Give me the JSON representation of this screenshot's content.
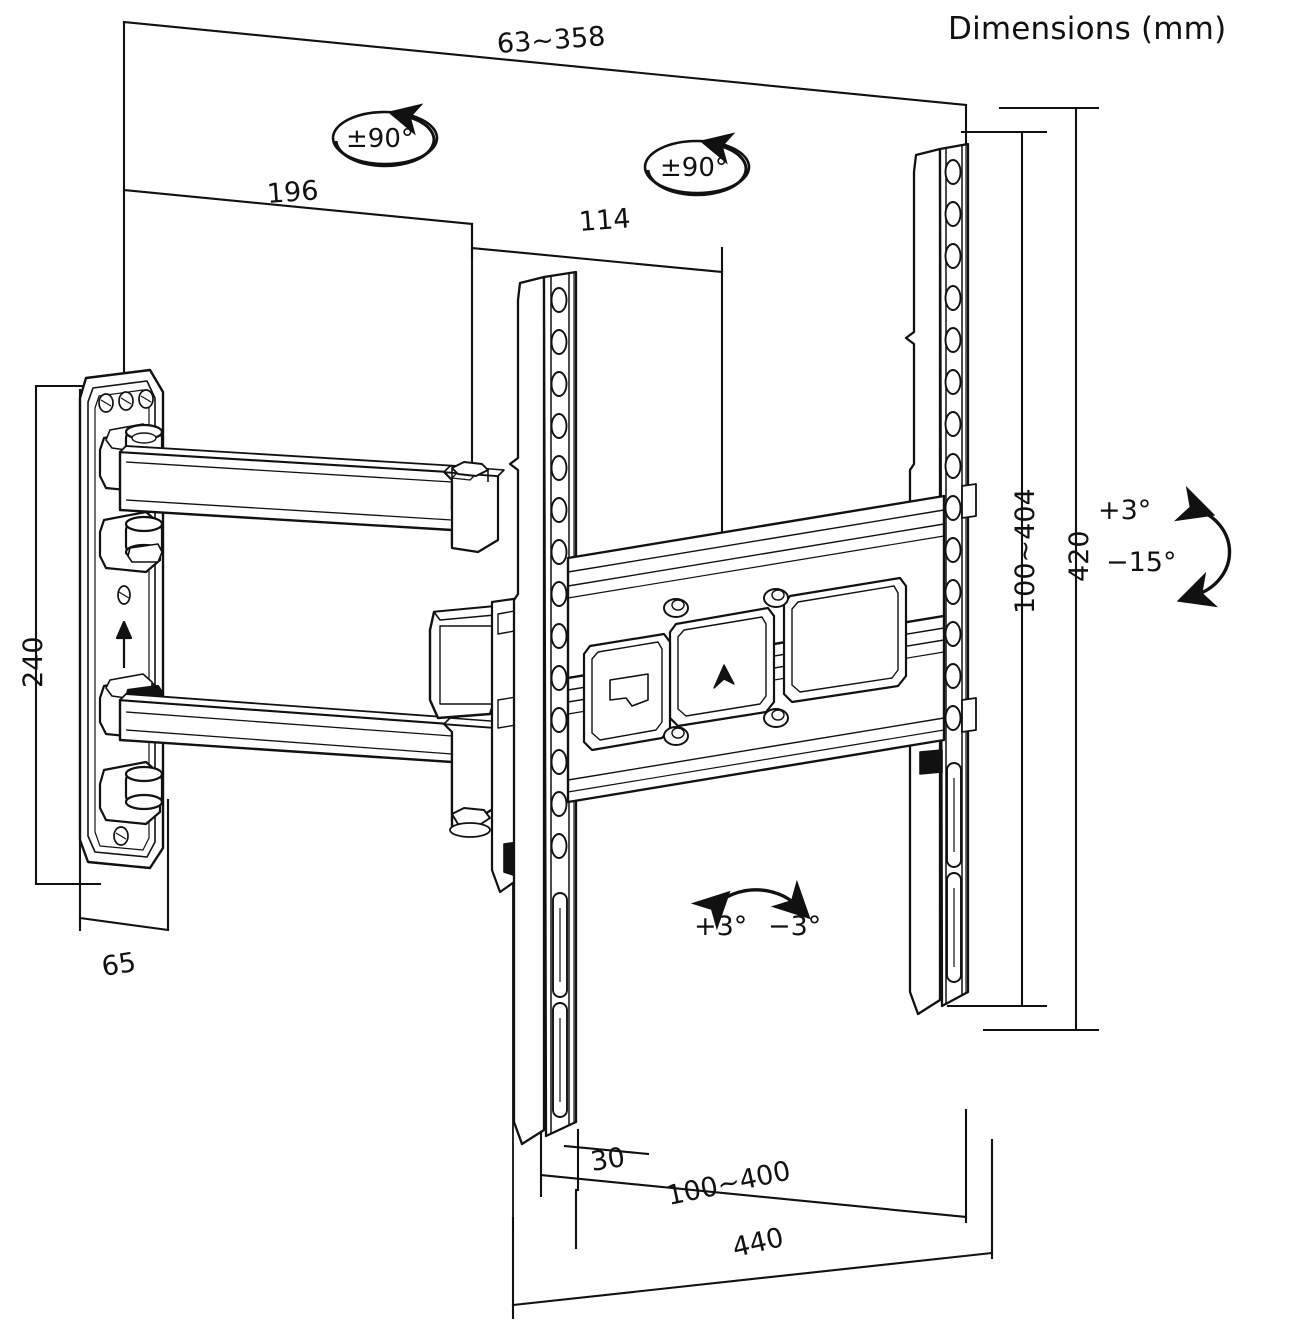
{
  "title": "Dimensions (mm)",
  "units": "mm",
  "drawing": {
    "subject": "full-motion tv wall mount bracket",
    "view": "isometric technical line drawing",
    "line_color": "#111111",
    "background_color": "#ffffff"
  },
  "dimensions": {
    "top_extension": "63~358",
    "arm_first_segment": "196",
    "arm_second_segment": "114",
    "wall_plate_height": "240",
    "wall_plate_depth": "65",
    "vesa_vertical_range": "100~404",
    "rail_height": "420",
    "bottom_offset": "30",
    "vesa_horizontal_range": "100~400",
    "rail_width": "440"
  },
  "angles": {
    "swivel_left": "±90°",
    "swivel_right": "±90°",
    "tilt_up": "+3°",
    "tilt_down": "−15°",
    "level_left": "+3°",
    "level_right": "−3°"
  },
  "markers": {
    "up_arrow": "up-arrow-marker"
  },
  "chart_data": {
    "type": "table",
    "title": "Dimensions (mm)",
    "categories": [
      "63~358",
      "196",
      "114",
      "240",
      "65",
      "100~404",
      "420",
      "30",
      "100~400",
      "440"
    ],
    "values": [
      "63~358",
      "196",
      "114",
      "240",
      "65",
      "100~404",
      "420",
      "30",
      "100~400",
      "440"
    ],
    "annotations": [
      "±90°",
      "±90°",
      "+3°",
      "−15°",
      "+3°",
      "−3°"
    ],
    "xlabel": "",
    "ylabel": ""
  }
}
